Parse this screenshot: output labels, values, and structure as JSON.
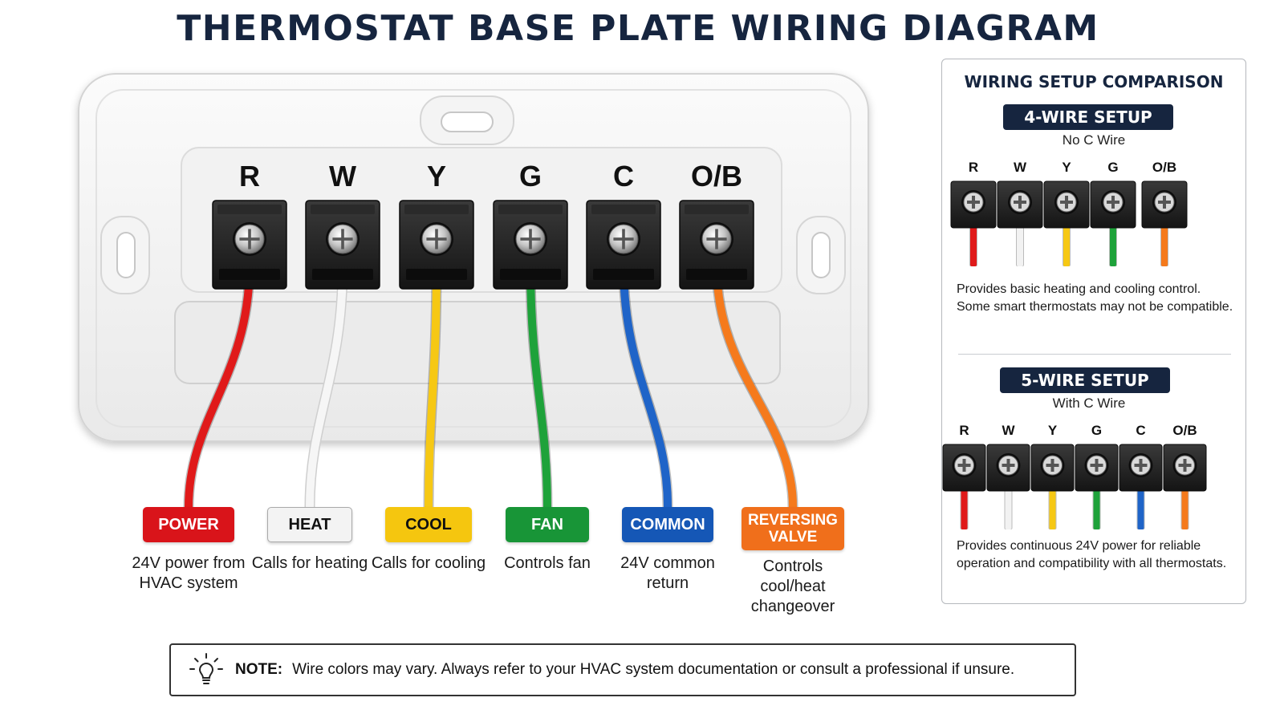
{
  "title": "THERMOSTAT BASE PLATE WIRING DIAGRAM",
  "terminals": [
    {
      "label": "R",
      "color": "#e01a1a",
      "tag": "POWER",
      "tag_color": "#d9141a",
      "tag_text_color": "#ffffff",
      "desc": "24V power from HVAC system"
    },
    {
      "label": "W",
      "color": "#f6f6f6",
      "tag": "HEAT",
      "tag_color": "#f3f3f3",
      "tag_text_color": "#111111",
      "desc": "Calls for heating"
    },
    {
      "label": "Y",
      "color": "#f6c814",
      "tag": "COOL",
      "tag_color": "#f5c60f",
      "tag_text_color": "#111111",
      "desc": "Calls for cooling"
    },
    {
      "label": "G",
      "color": "#1ea23a",
      "tag": "FAN",
      "tag_color": "#189537",
      "tag_text_color": "#ffffff",
      "desc": "Controls fan"
    },
    {
      "label": "C",
      "color": "#1f64c8",
      "tag": "COMMON",
      "tag_color": "#1557b6",
      "tag_text_color": "#ffffff",
      "desc": "24V common return"
    },
    {
      "label": "O/B",
      "color": "#f57a1c",
      "tag": "REVERSING VALVE",
      "tag_color": "#f06f1b",
      "tag_text_color": "#ffffff",
      "desc": "Controls cool/heat changeover"
    }
  ],
  "comparison": {
    "title": "WIRING SETUP COMPARISON",
    "four_wire": {
      "title": "4-WIRE SETUP",
      "subtitle": "No C Wire",
      "terminals": [
        "R",
        "W",
        "Y",
        "G",
        "O/B"
      ],
      "wire_colors": [
        "#e01a1a",
        "#f2f2f2",
        "#f6c814",
        "#1ea23a",
        "#f57a1c"
      ],
      "desc": "Provides basic heating and cooling control. Some smart thermostats may not be compatible."
    },
    "five_wire": {
      "title": "5-WIRE SETUP",
      "subtitle": "With C Wire",
      "terminals": [
        "R",
        "W",
        "Y",
        "G",
        "C",
        "O/B"
      ],
      "wire_colors": [
        "#e01a1a",
        "#f2f2f2",
        "#f6c814",
        "#1ea23a",
        "#1f64c8",
        "#f57a1c"
      ],
      "desc": "Provides continuous 24V power for reliable operation and compatibility with all thermostats."
    }
  },
  "note": {
    "label": "NOTE:",
    "text": "Wire colors may vary. Always refer to your HVAC system documentation or consult a professional if unsure.",
    "icon": "lightbulb-icon"
  }
}
